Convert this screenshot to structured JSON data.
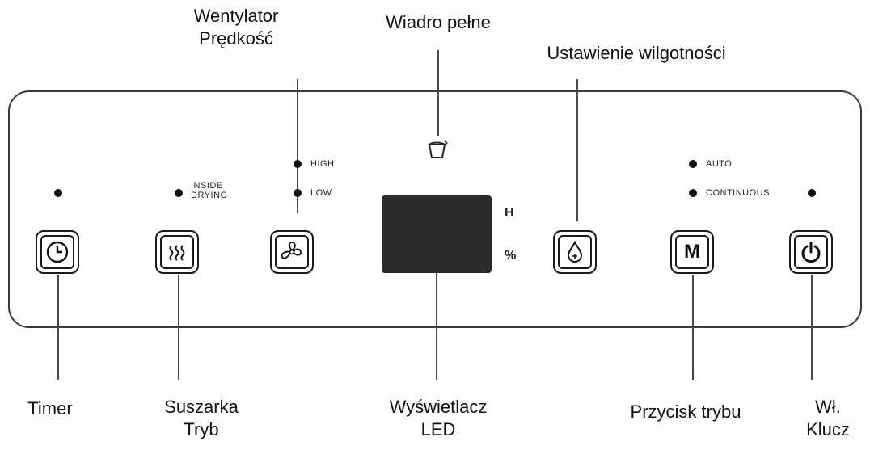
{
  "callouts": {
    "fan_speed": [
      "Wentylator",
      "Prędkość"
    ],
    "bucket_full": "Wiadro pełne",
    "humidity_setting": "Ustawienie wilgotności",
    "timer": "Timer",
    "drying_mode": [
      "Suszarka",
      "Tryb"
    ],
    "led_display": [
      "Wyświetlacz",
      "LED"
    ],
    "mode_button": "Przycisk trybu",
    "power_key": [
      "Wł.",
      "Klucz"
    ]
  },
  "indicators": {
    "inside_drying": [
      "INSIDE",
      "DRYING"
    ],
    "high": "HIGH",
    "low": "LOW",
    "auto": "AUTO",
    "continuous": "CONTINUOUS"
  },
  "display": {
    "unit_top": "H",
    "unit_bottom": "%"
  },
  "buttons": {
    "timer": "clock-icon",
    "drying": "heat-waves-icon",
    "fan": "fan-icon",
    "humidity": "water-drop-icon",
    "mode": "M",
    "power": "power-icon"
  }
}
